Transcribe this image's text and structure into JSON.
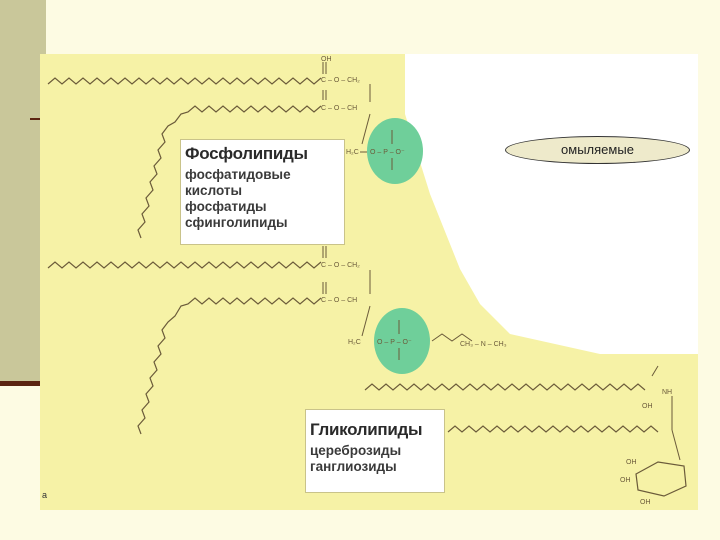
{
  "phospholipids": {
    "title": "Фосфолипиды",
    "items": [
      "фосфатидовые",
      "кислоты",
      "фосфатиды",
      "сфинголипиды"
    ]
  },
  "glycolipids": {
    "title": "Гликолипиды",
    "items": [
      "цереброзиды",
      "ганглиозиды"
    ]
  },
  "callout": {
    "label": "омыляемые"
  },
  "corner_mark": "а",
  "structures": {
    "ester_top": "C – O – CH₂",
    "ester_mid": "C – O – CH",
    "h2c": "H₂C",
    "phosphate": "O – P – O⁻",
    "choline": "CH₃ – N – CH₃",
    "nh": "NH",
    "oh": "OH"
  },
  "colors": {
    "figure_bg": "#f6f2a6",
    "phosphate_circle": "#6fcf9a",
    "slide_bar": "#c9c79a",
    "slide_rule": "#5b2411"
  }
}
